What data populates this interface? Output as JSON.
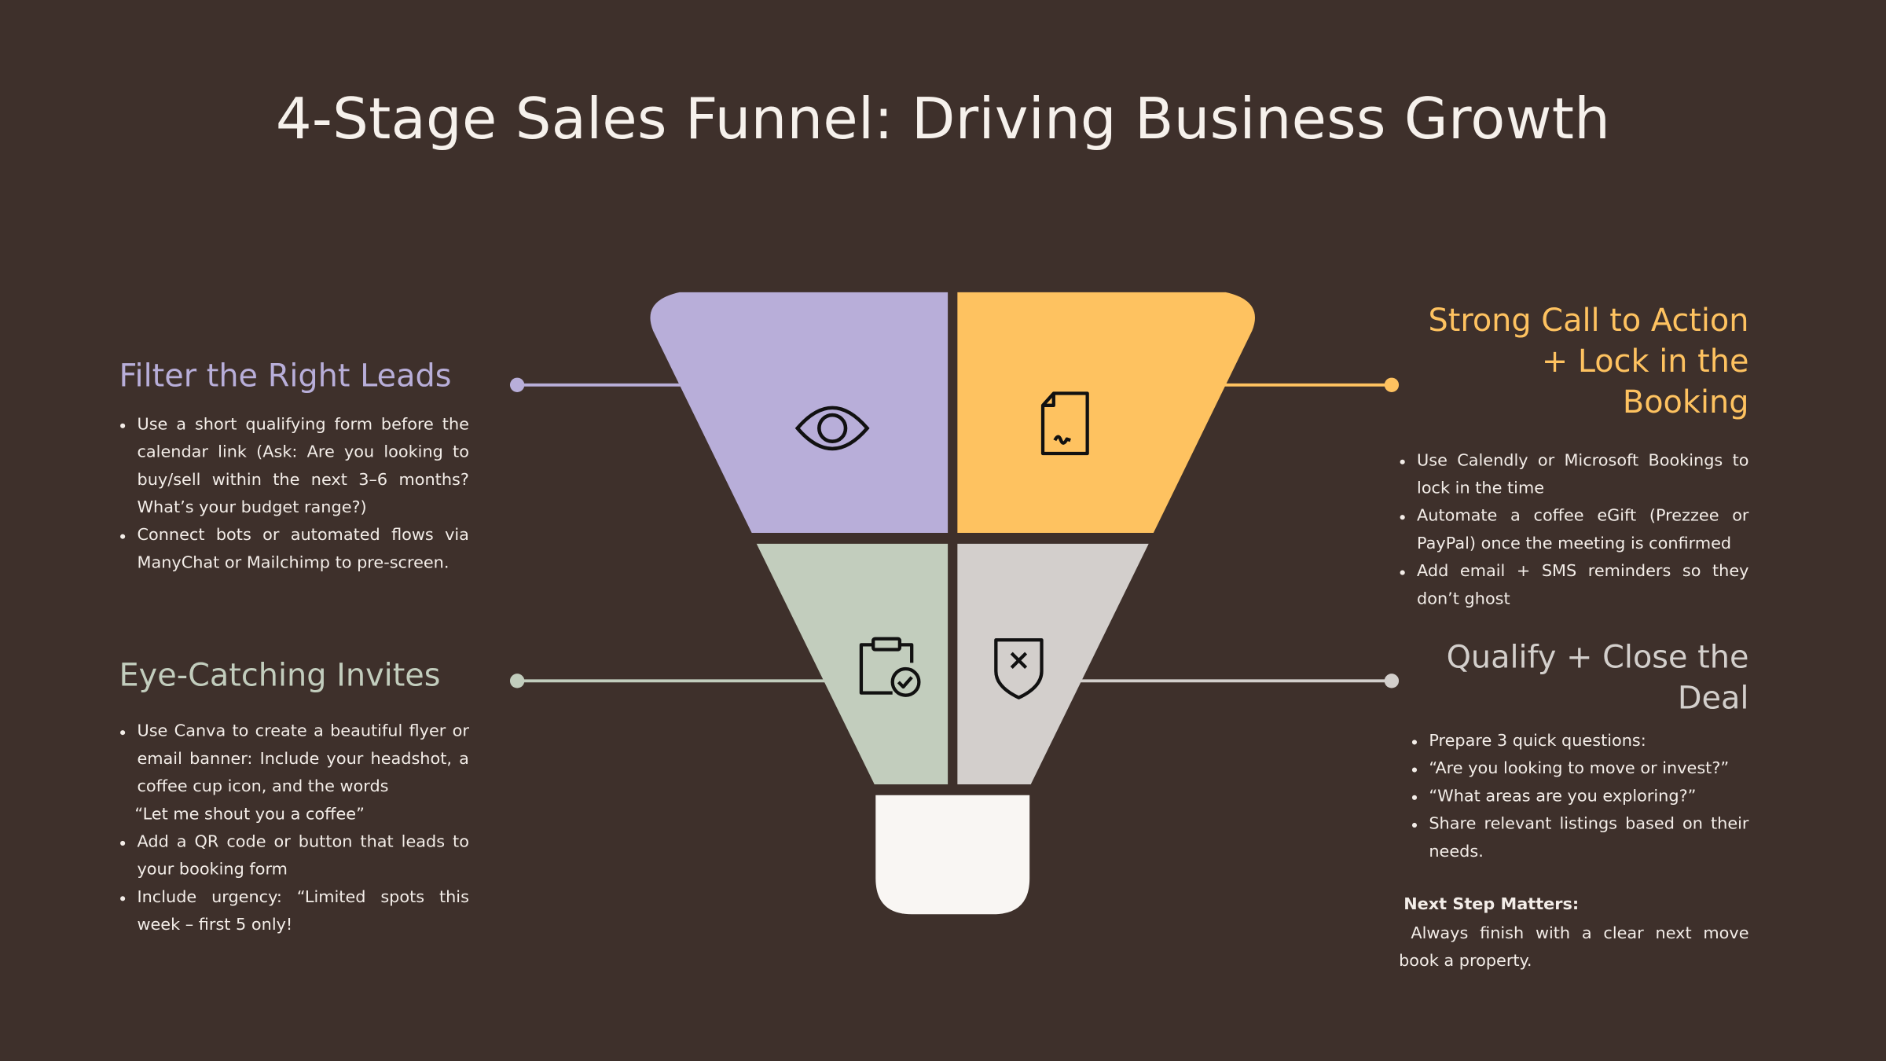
{
  "title": "4-Stage Sales Funnel: Driving Business Growth",
  "colors": {
    "background": "#3e302b",
    "stage1": "#b8aed9",
    "stage2": "#fec260",
    "stage3": "#c2cdbd",
    "stage4": "#d3cfcc",
    "base": "#f9f6f3"
  },
  "stages": [
    {
      "heading": "Filter the Right Leads",
      "icon": "eye-icon",
      "bullets": [
        "Use a short qualifying form before the calendar link (Ask: Are you looking to buy/sell within the next 3–6 months? What’s your budget range?)",
        "Connect bots or automated flows via ManyChat or Mailchimp to pre-screen."
      ]
    },
    {
      "heading": "Strong Call to Action + Lock in the Booking",
      "icon": "document-icon",
      "bullets": [
        "Use Calendly or Microsoft Bookings to lock in the time",
        "Automate a coffee eGift (Prezzee or PayPal) once the meeting is confirmed",
        "Add email + SMS reminders so they don’t ghost"
      ]
    },
    {
      "heading": "Eye-Catching Invites",
      "icon": "clipboard-check-icon",
      "bullets": [
        "Use Canva to create a beautiful flyer or email banner: Include your headshot, a coffee cup icon, and the words",
        "“Let me shout you a coffee”",
        "Add a QR code or button that leads to your booking form",
        "Include urgency: “Limited spots this week – first 5 only!"
      ]
    },
    {
      "heading": "Qualify + Close the Deal",
      "icon": "shield-x-icon",
      "bullets": [
        "Prepare 3 quick questions:",
        "“Are you looking to move or invest?”",
        "“What areas are you exploring?”",
        "Share relevant listings based on their needs."
      ],
      "note_title": "Next Step Matters:",
      "note_body": "Always finish with a clear next move book a property."
    }
  ]
}
